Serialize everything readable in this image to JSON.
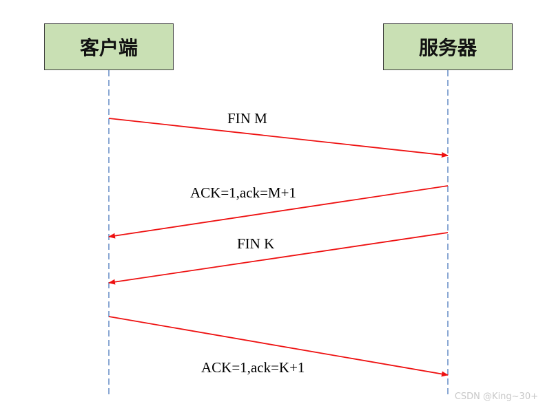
{
  "participants": {
    "client": "客户端",
    "server": "服务器"
  },
  "messages": [
    {
      "label": "FIN M",
      "from": "client",
      "to": "server"
    },
    {
      "label": "ACK=1,ack=M+1",
      "from": "server",
      "to": "client"
    },
    {
      "label": "FIN K",
      "from": "server",
      "to": "client"
    },
    {
      "label": "ACK=1,ack=K+1",
      "from": "client",
      "to": "server"
    }
  ],
  "colors": {
    "arrow": "#ee1111",
    "lifeline": "#6d93c9",
    "box_fill": "#c9e0b4"
  },
  "watermark": "CSDN @King~30+"
}
